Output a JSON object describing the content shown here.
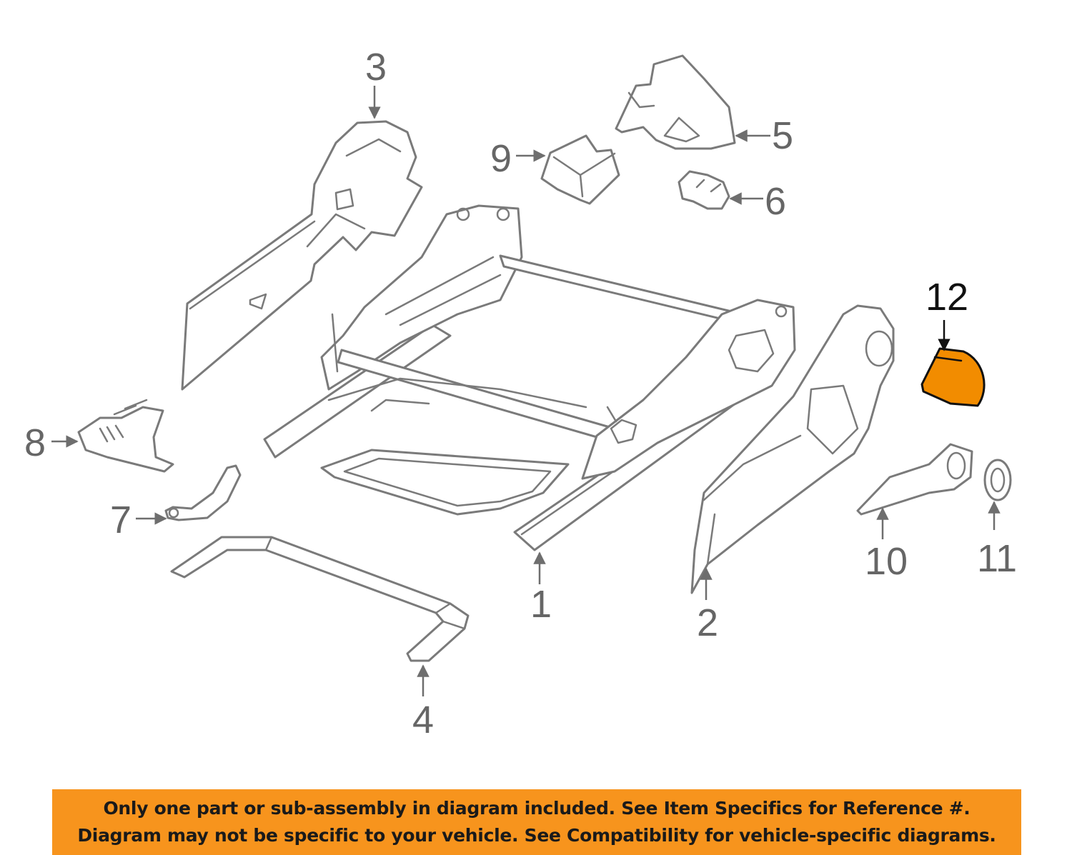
{
  "callouts": [
    {
      "id": "1",
      "label": "1"
    },
    {
      "id": "2",
      "label": "2"
    },
    {
      "id": "3",
      "label": "3"
    },
    {
      "id": "4",
      "label": "4"
    },
    {
      "id": "5",
      "label": "5"
    },
    {
      "id": "6",
      "label": "6"
    },
    {
      "id": "7",
      "label": "7"
    },
    {
      "id": "8",
      "label": "8"
    },
    {
      "id": "9",
      "label": "9"
    },
    {
      "id": "10",
      "label": "10"
    },
    {
      "id": "11",
      "label": "11"
    },
    {
      "id": "12",
      "label": "12",
      "highlighted": true
    }
  ],
  "highlight_color": "#F28C00",
  "banner": {
    "line1": "Only one part or sub-assembly in diagram included. See Item Specifics for Reference #.",
    "line2": "Diagram may not be specific to your vehicle. See Compatibility for vehicle-specific diagrams.",
    "background": "#F7941D"
  }
}
